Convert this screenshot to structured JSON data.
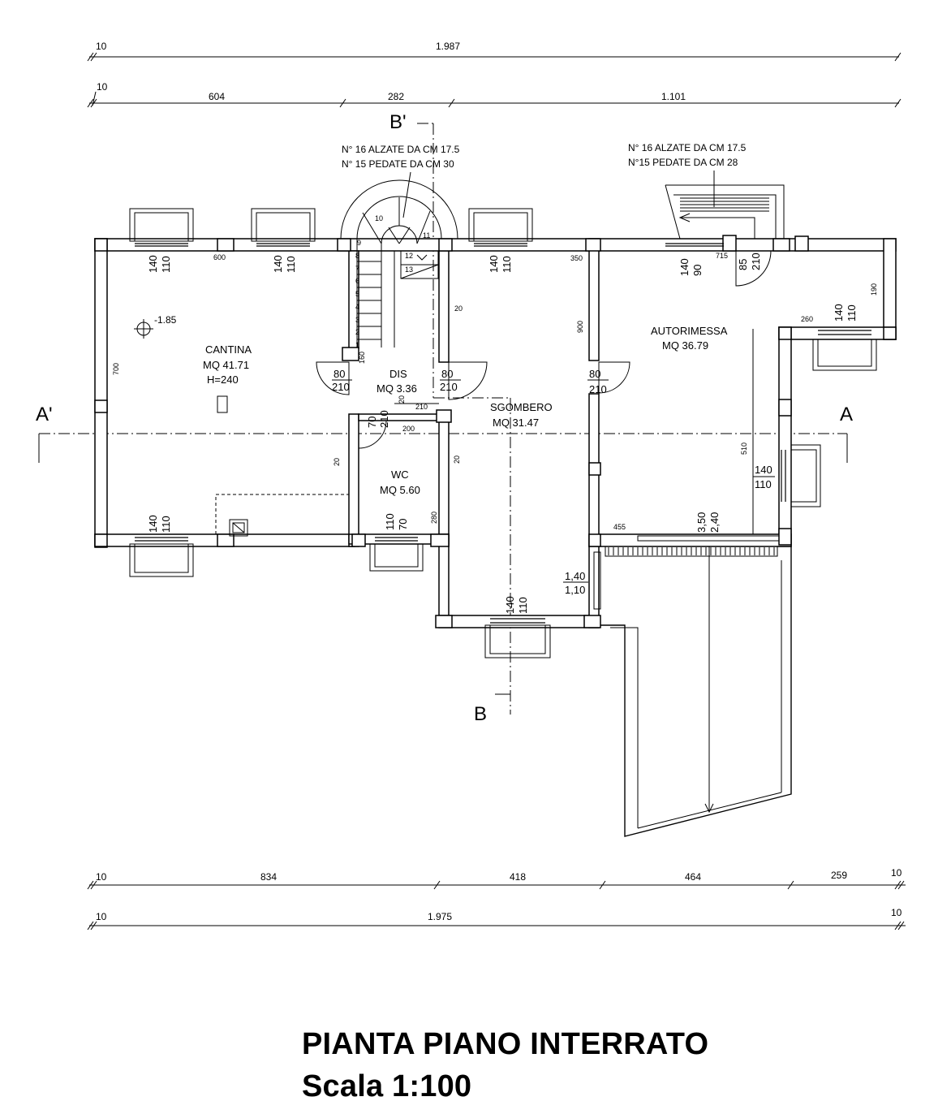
{
  "title": "PIANTA PIANO INTERRATO",
  "scale": "Scala 1:100",
  "dimensions": {
    "top_total_left": "10",
    "top_total": "1.987",
    "top_row_left": "10",
    "top_604": "604",
    "top_282": "282",
    "top_1101": "1.101",
    "bottom_left": "10",
    "bottom_834": "834",
    "bottom_418": "418",
    "bottom_464": "464",
    "bottom_259": "259",
    "bottom_right": "10",
    "bottom_total_left": "10",
    "bottom_total": "1.975",
    "bottom_total_right": "10"
  },
  "stairs_left": {
    "line1": "N° 16 ALZATE DA CM 17.5",
    "line2": "N° 15 PEDATE DA CM 30"
  },
  "stairs_right": {
    "line1": "N° 16 ALZATE DA CM 17.5",
    "line2": "N°15 PEDATE DA CM 28"
  },
  "stair_steps": [
    "1",
    "2",
    "3",
    "4",
    "5",
    "6",
    "7",
    "8",
    "9",
    "10",
    "11",
    "12",
    "13"
  ],
  "sections": {
    "b_top": "B'",
    "b_bottom": "B",
    "a_left": "A'",
    "a_right": "A"
  },
  "rooms": {
    "cantina": {
      "name": "CANTINA",
      "area": "MQ 41.71",
      "height": "H=240",
      "level": "-1.85"
    },
    "dis": {
      "name": "DIS",
      "area": "MQ 3.36"
    },
    "wc": {
      "name": "WC",
      "area": "MQ 5.60"
    },
    "sgombero": {
      "name": "SGOMBERO",
      "area": "MQ 31.47"
    },
    "autorimessa": {
      "name": "AUTORIMESSA",
      "area": "MQ 36.79"
    }
  },
  "openings": {
    "win_top_1": {
      "w": "140",
      "h": "110"
    },
    "win_top_2": {
      "w": "140",
      "h": "110"
    },
    "win_top_3": {
      "w": "140",
      "h": "110"
    },
    "win_right": {
      "w": "140",
      "h": "110"
    },
    "win_right_side": {
      "w": "140",
      "h": "110"
    },
    "win_bottom_left": {
      "w": "140",
      "h": "110"
    },
    "win_wc": {
      "w": "110",
      "h": "70"
    },
    "win_bottom": {
      "w": "140",
      "h": "110"
    },
    "door_top_right": {
      "w": "140",
      "h": "90"
    },
    "door_85": {
      "w": "85",
      "h": "210"
    },
    "door_cantina": {
      "w": "80",
      "h": "210"
    },
    "door_sgombero": {
      "w": "80",
      "h": "210"
    },
    "door_garage": {
      "w": "80",
      "h": "210"
    },
    "door_wc": {
      "w": "70",
      "h": "210"
    },
    "gate": {
      "w": "3,50",
      "h": "2,40"
    },
    "vent": {
      "w": "1,40",
      "h": "1,10"
    }
  },
  "notes": {
    "n600": "600",
    "n350": "350",
    "n715": "715",
    "n190": "190",
    "n260": "260",
    "n700": "700",
    "n900": "900",
    "n510": "510",
    "n455": "455",
    "n280": "280",
    "n20a": "20",
    "n20b": "20",
    "n20c": "20",
    "n20d": "20",
    "n160": "160",
    "n210": "210",
    "n200": "200"
  }
}
